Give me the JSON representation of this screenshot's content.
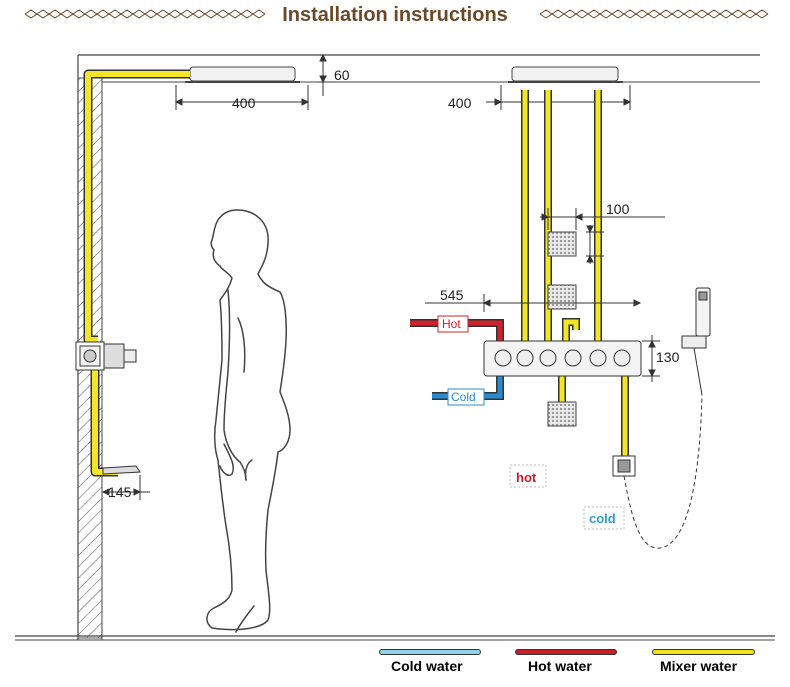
{
  "title": "Installation instructions",
  "dimensions": {
    "ceiling_offset": "60",
    "left_head_width": "400",
    "right_head_width": "400",
    "body_spray_spacing": "100",
    "valve_distance": "545",
    "valve_height": "130",
    "spout_projection": "145"
  },
  "labels": {
    "hot_inlet": "Hot",
    "cold_inlet": "Cold",
    "hot_tag": "hot",
    "cold_tag": "cold"
  },
  "legend": [
    {
      "label": "Cold water",
      "color": "#8fd3ec"
    },
    {
      "label": "Hot water",
      "color": "#c8202a"
    },
    {
      "label": "Mixer water",
      "color": "#f0e020"
    }
  ],
  "colors": {
    "title": "#6b4a2a",
    "pipe_yellow": "#f2e52a",
    "pipe_red": "#d0202a",
    "pipe_blue": "#2a8ad0"
  }
}
